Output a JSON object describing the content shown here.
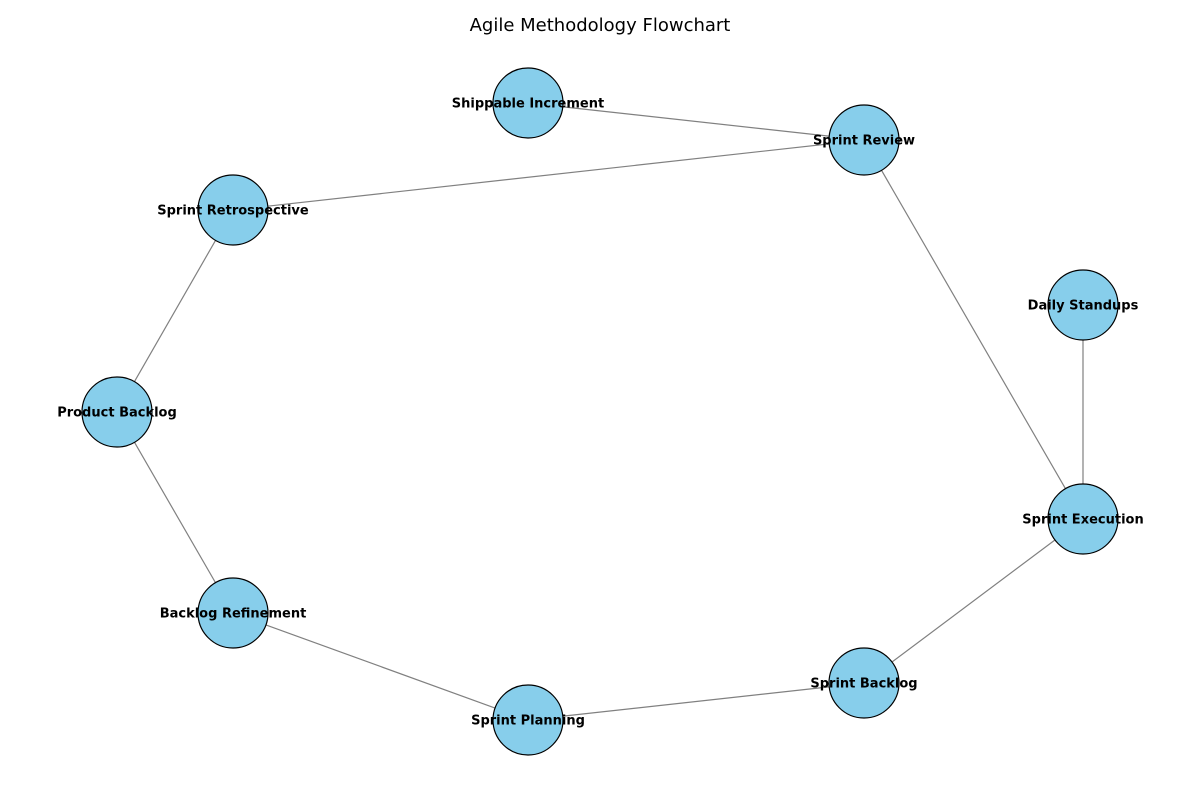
{
  "title": "Agile Methodology Flowchart",
  "colors": {
    "node_fill": "#87ceeb",
    "node_stroke": "#000000",
    "edge": "#808080"
  },
  "nodes": [
    {
      "id": "shippable-increment",
      "label": "Shippable Increment"
    },
    {
      "id": "sprint-review",
      "label": "Sprint Review"
    },
    {
      "id": "sprint-retrospective",
      "label": "Sprint Retrospective"
    },
    {
      "id": "daily-standups",
      "label": "Daily Standups"
    },
    {
      "id": "product-backlog",
      "label": "Product Backlog"
    },
    {
      "id": "sprint-execution",
      "label": "Sprint Execution"
    },
    {
      "id": "backlog-refinement",
      "label": "Backlog Refinement"
    },
    {
      "id": "sprint-backlog",
      "label": "Sprint Backlog"
    },
    {
      "id": "sprint-planning",
      "label": "Sprint Planning"
    }
  ],
  "edges": [
    {
      "from": "shippable-increment",
      "to": "sprint-review"
    },
    {
      "from": "sprint-retrospective",
      "to": "sprint-review"
    },
    {
      "from": "sprint-retrospective",
      "to": "product-backlog"
    },
    {
      "from": "product-backlog",
      "to": "backlog-refinement"
    },
    {
      "from": "backlog-refinement",
      "to": "sprint-planning"
    },
    {
      "from": "sprint-planning",
      "to": "sprint-backlog"
    },
    {
      "from": "sprint-backlog",
      "to": "sprint-execution"
    },
    {
      "from": "sprint-execution",
      "to": "daily-standups"
    },
    {
      "from": "sprint-execution",
      "to": "sprint-review"
    }
  ]
}
